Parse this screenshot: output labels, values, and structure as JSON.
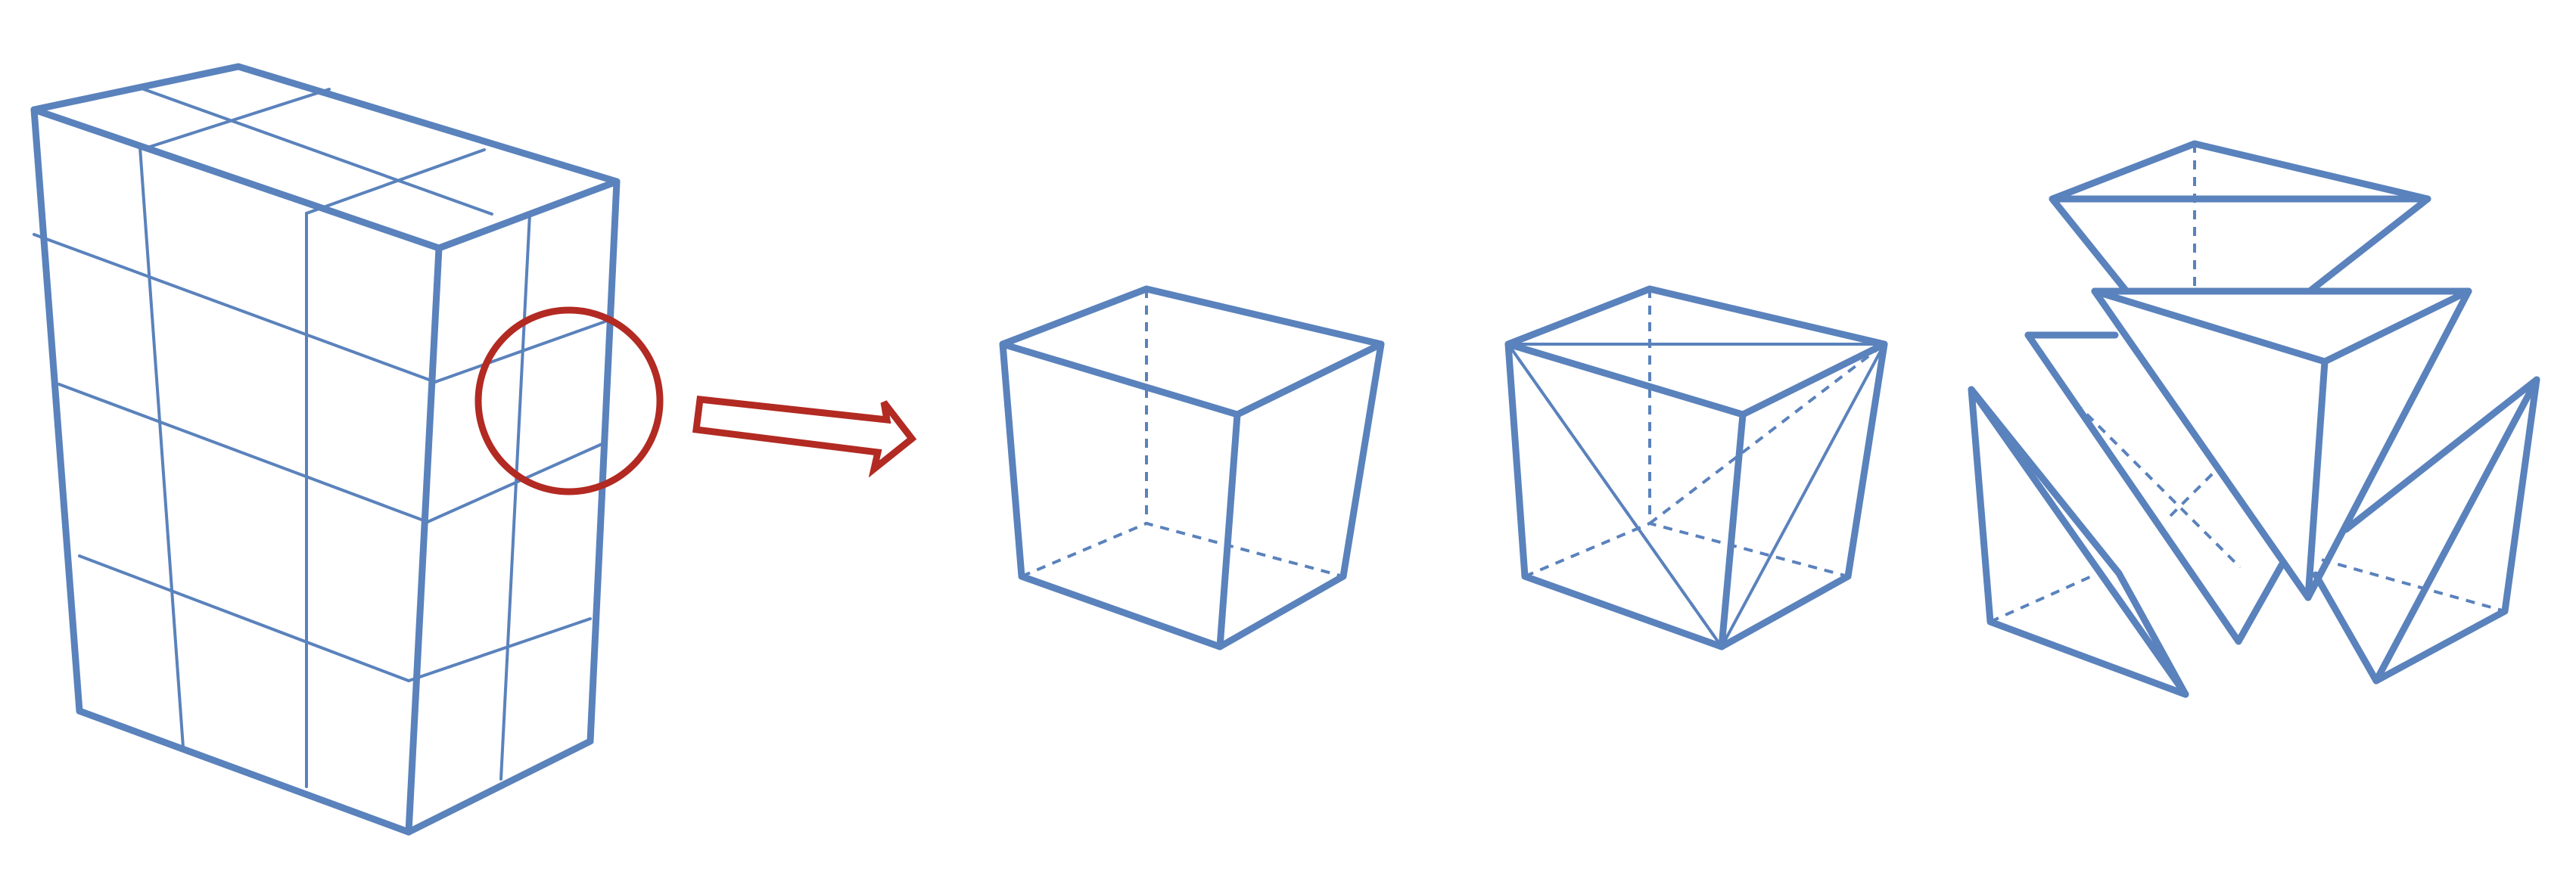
{
  "colors": {
    "edge": "#5a82bc",
    "highlight": "#b22a22",
    "background": "#ffffff"
  },
  "panels": [
    {
      "name": "hexahedral-mesh-block"
    },
    {
      "name": "single-hexahedron"
    },
    {
      "name": "hexahedron-with-diagonals"
    },
    {
      "name": "exploded-tetrahedra"
    }
  ],
  "highlight": {
    "shape": "circle"
  },
  "connector": {
    "icon": "right-arrow-icon"
  }
}
